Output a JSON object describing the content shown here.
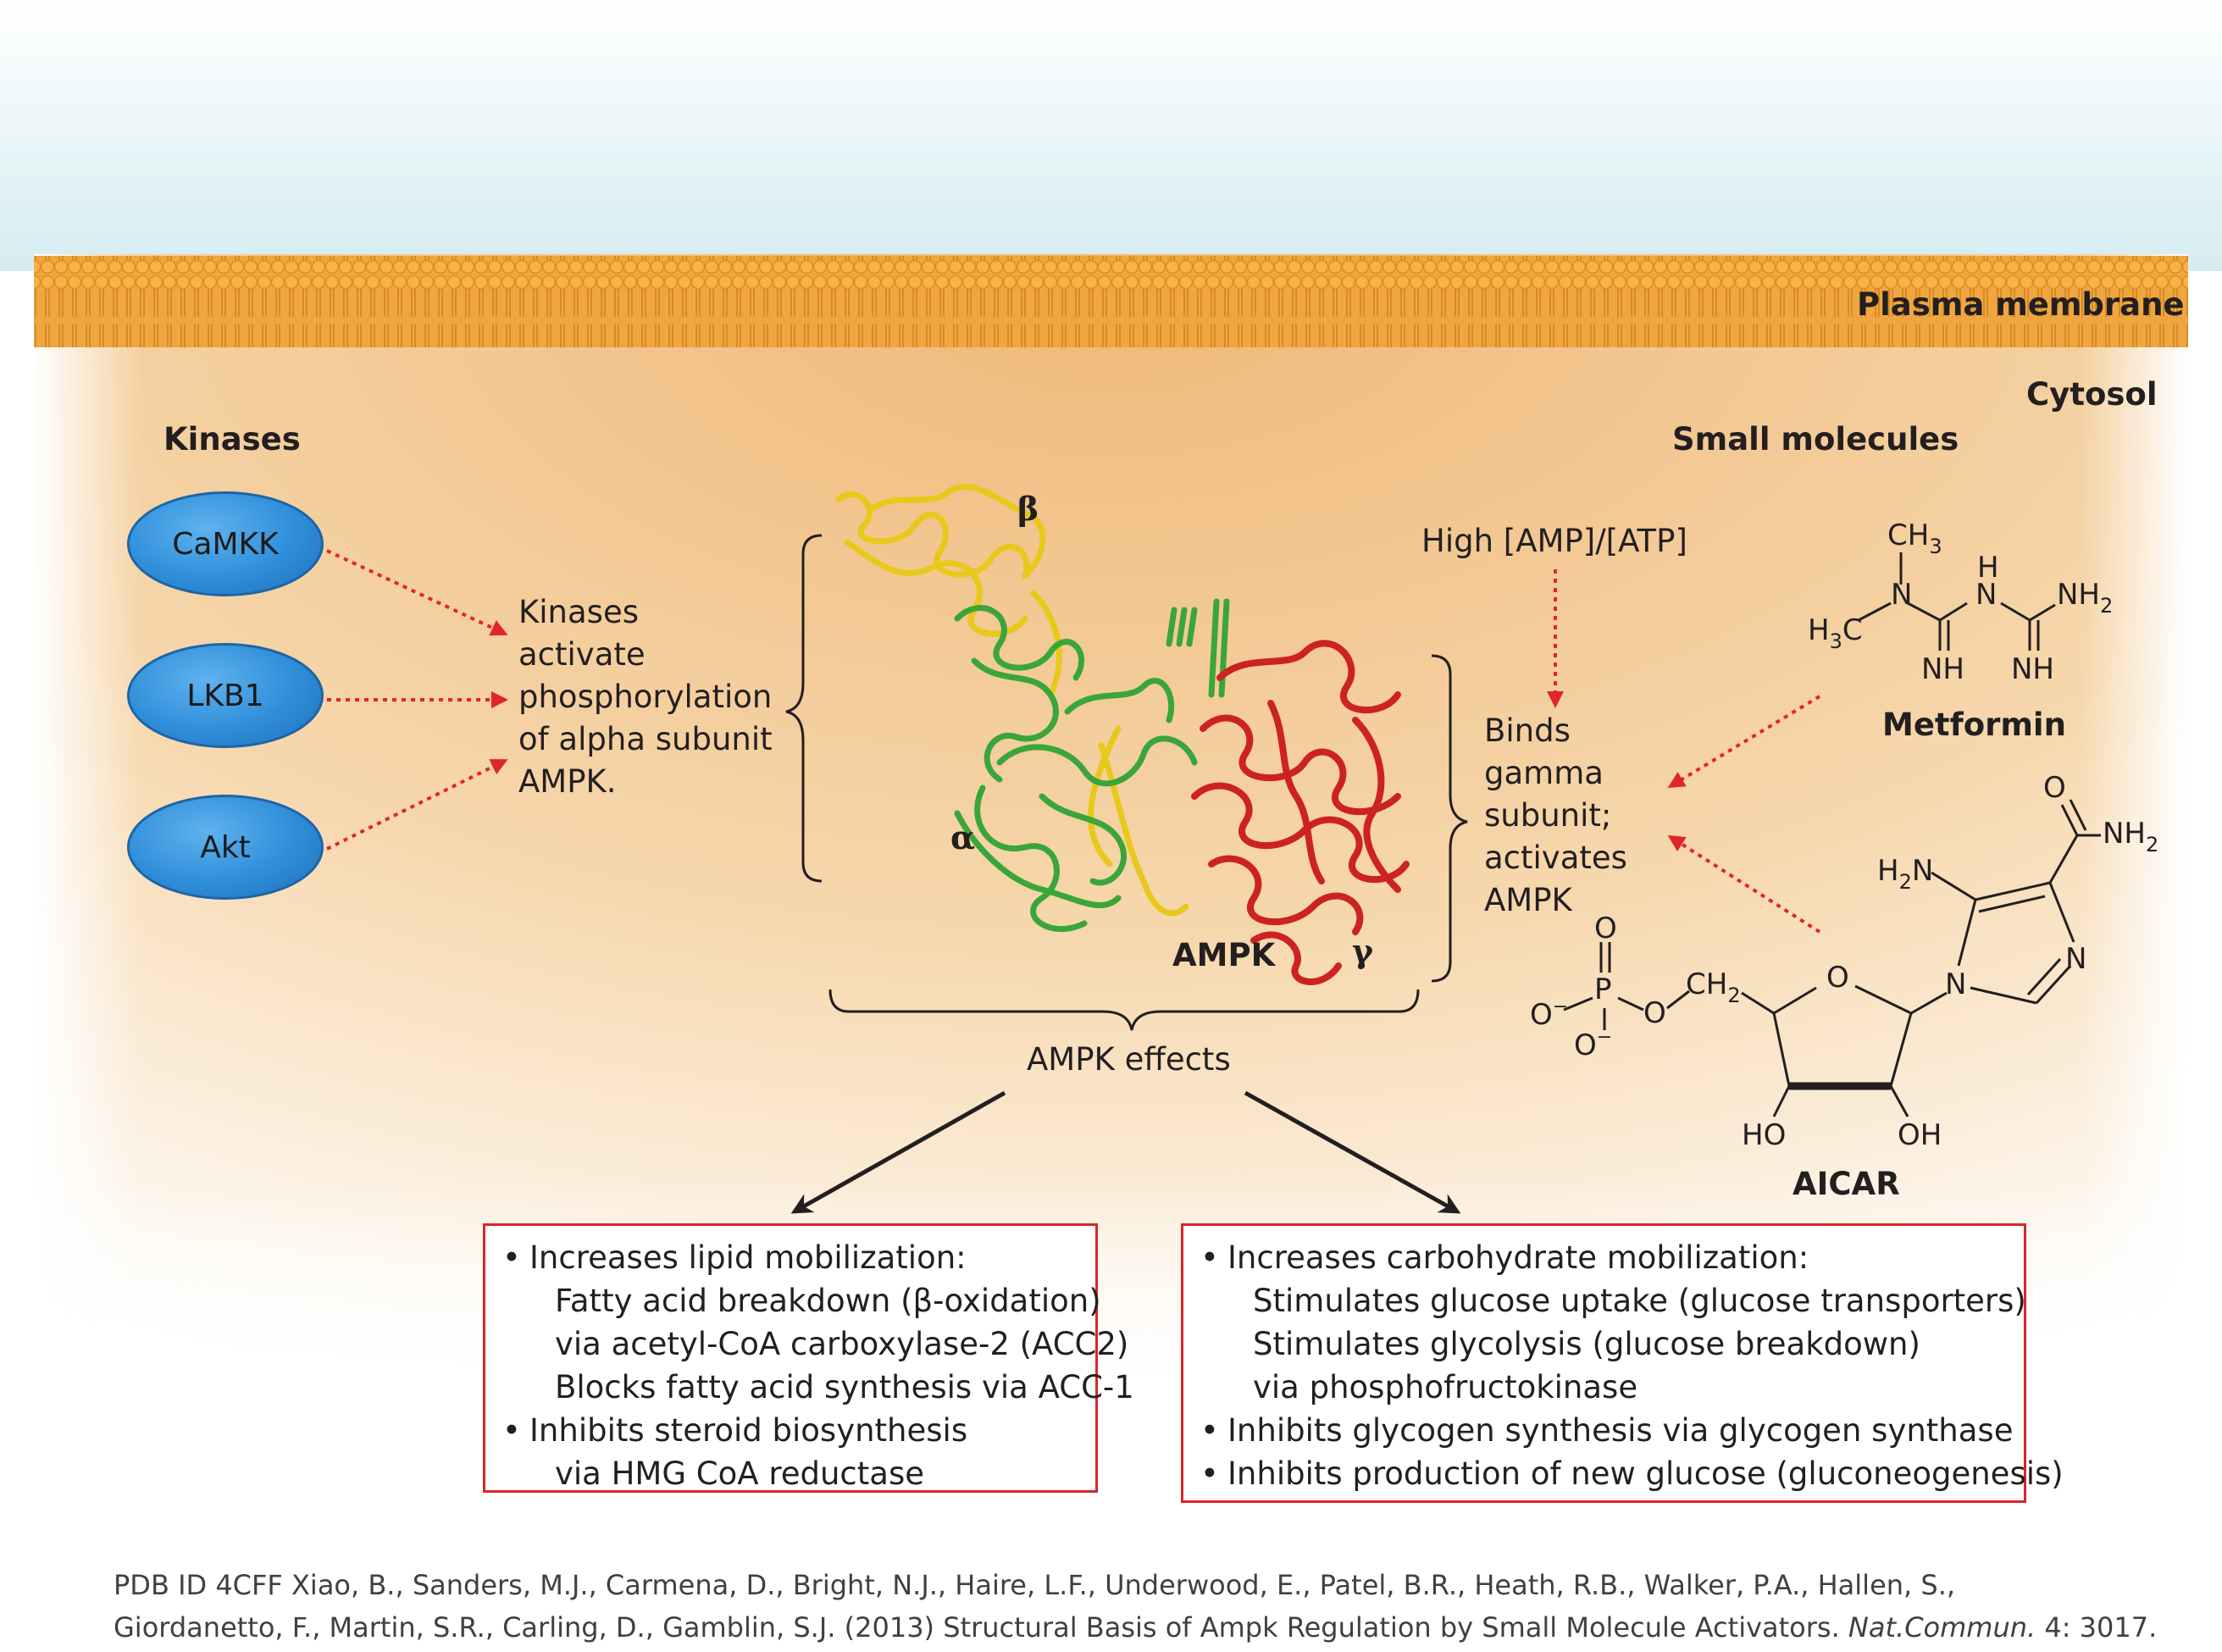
{
  "regions": {
    "membrane_label": "Plasma membrane",
    "cytosol_label": "Cytosol"
  },
  "kinases": {
    "heading": "Kinases",
    "items": [
      {
        "label": "CaMKK"
      },
      {
        "label": "LKB1"
      },
      {
        "label": "Akt"
      }
    ],
    "effect_lines": [
      "Kinases",
      "activate",
      "phosphorylation",
      "of alpha subunit",
      "AMPK."
    ]
  },
  "ampk": {
    "label": "AMPK",
    "subunit_alpha": "α",
    "subunit_beta": "β",
    "subunit_gamma": "γ",
    "effects_label": "AMPK effects"
  },
  "small_molecules": {
    "heading": "Small molecules",
    "ratio_label": "High [AMP]/[ATP]",
    "binds_lines": [
      "Binds",
      "gamma",
      "subunit;",
      "activates",
      "AMPK"
    ],
    "metformin": {
      "name": "Metformin",
      "atoms": {
        "ch3": "CH",
        "ch3_sub": "3",
        "h": "H",
        "n1": "N",
        "n2": "N",
        "nh2": "NH",
        "nh2_sub": "2",
        "h3c": "H",
        "h3c_sub": "3",
        "h3c_c": "C",
        "nh_a": "NH",
        "nh_b": "NH"
      }
    },
    "aicar": {
      "name": "AICAR",
      "atoms": {
        "o_top": "O",
        "nh2_r": "NH",
        "nh2_r_sub": "2",
        "h2n": "H",
        "h2n_sub": "2",
        "h2n_n": "N",
        "n_right": "N",
        "n_ring": "N",
        "o_ring": "O",
        "o_dbl": "O",
        "p": "P",
        "o_minus_l": "O",
        "o_minus_b": "O",
        "minus": "−",
        "o_link": "O",
        "ch2": "CH",
        "ch2_sub": "2",
        "ho": "HO",
        "oh": "OH"
      }
    }
  },
  "effects": {
    "lipid": [
      {
        "text": "Increases lipid mobilization:",
        "bullet": true
      },
      {
        "text": "Fatty acid breakdown (β-oxidation)",
        "bullet": false
      },
      {
        "text": "via acetyl-CoA carboxylase-2 (ACC2)",
        "bullet": false
      },
      {
        "text": "Blocks fatty acid synthesis via ACC-1",
        "bullet": false
      },
      {
        "text": "Inhibits steroid biosynthesis",
        "bullet": true
      },
      {
        "text": "via HMG CoA reductase",
        "bullet": false
      }
    ],
    "carb": [
      {
        "text": "Increases carbohydrate mobilization:",
        "bullet": true
      },
      {
        "text": "Stimulates glucose uptake (glucose transporters)",
        "bullet": false
      },
      {
        "text": "Stimulates glycolysis (glucose breakdown)",
        "bullet": false
      },
      {
        "text": "via phosphofructokinase",
        "bullet": false
      },
      {
        "text": "Inhibits glycogen synthesis via glycogen synthase",
        "bullet": true
      },
      {
        "text": "Inhibits production of new glucose (gluconeogenesis)",
        "bullet": true
      }
    ]
  },
  "citation": {
    "line1": "PDB ID 4CFF Xiao, B., Sanders, M.J., Carmena, D., Bright, N.J., Haire, L.F., Underwood, E., Patel, B.R., Heath, R.B., Walker, P.A., Hallen, S.,",
    "line2_pre": "Giordanetto, F., Martin, S.R., Carling, D., Gamblin, S.J. (2013) Structural Basis of Ampk Regulation by Small Molecule Activators.",
    "journal": "Nat.Commun.",
    "line2_post": "4: 3017."
  },
  "colors": {
    "cytosol": "#f2c48a",
    "membrane": "#f39c34",
    "extracellular": "#d9eef2",
    "kinase_blue": "#2f8ed9",
    "arrow_red": "#e0262b",
    "box_red": "#d8262b",
    "alpha_green": "#3aa63a",
    "beta_yellow": "#f2d51c",
    "gamma_red": "#cc2222"
  }
}
